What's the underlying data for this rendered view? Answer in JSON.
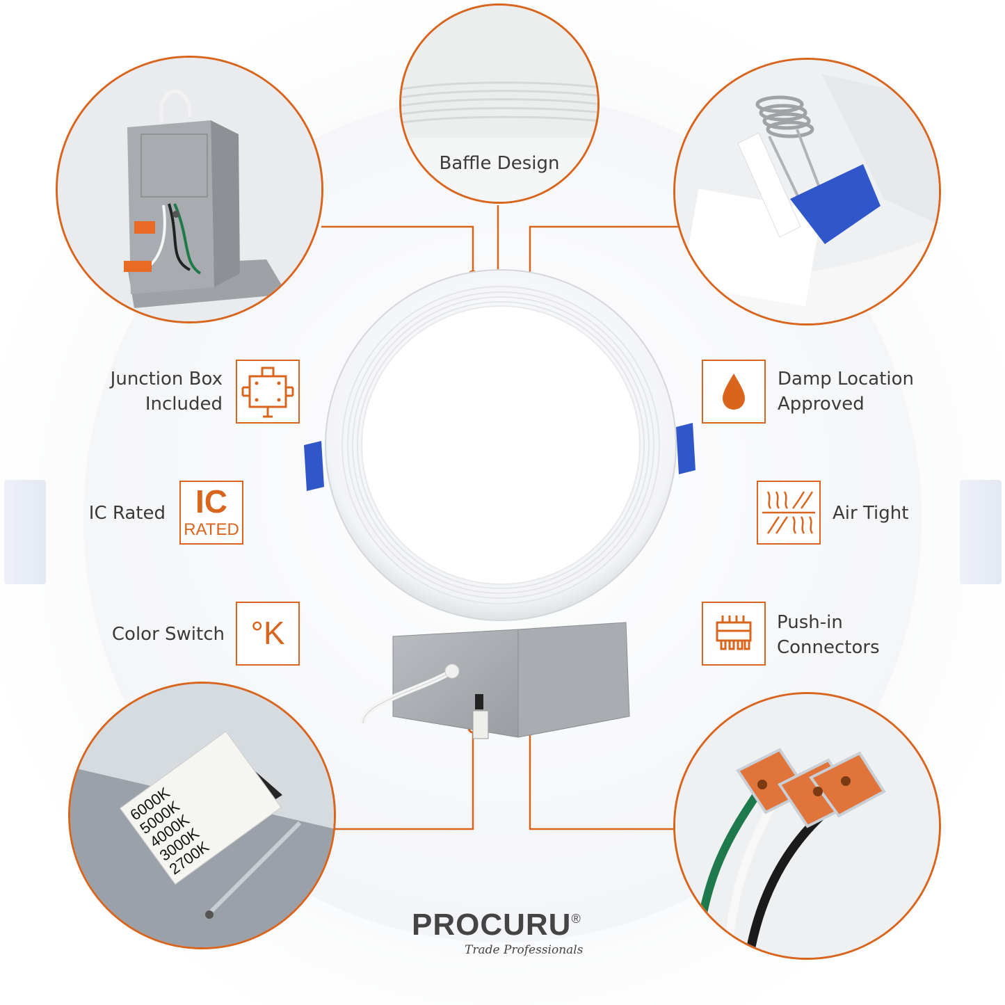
{
  "features": {
    "baffle": "Baffle Design",
    "junction_box_line1": "Junction Box",
    "junction_box_line2": "Included",
    "ic_rated": "IC Rated",
    "color_switch": "Color Switch",
    "damp_line1": "Damp Location",
    "damp_line2": "Approved",
    "air_tight": "Air Tight",
    "push_in_line1": "Push-in",
    "push_in_line2": "Connectors"
  },
  "icons": {
    "junction_box": "junction-box-icon",
    "ic_rated": "ic-rated-icon",
    "ic_top": "IC",
    "ic_bottom": "RATED",
    "color_switch": "kelvin-icon",
    "color_switch_text": "°K",
    "damp": "water-drop-icon",
    "air_tight": "airflow-icon",
    "push_in": "connector-icon"
  },
  "color_temps": [
    "6000K",
    "5000K",
    "4000K",
    "3000K",
    "2700K"
  ],
  "brand": {
    "name": "PROCURU",
    "mark": "®",
    "tagline": "Trade Professionals"
  },
  "colors": {
    "accent": "#d9641c",
    "text": "#3a3a3a",
    "clip_blue": "#2f57c9"
  }
}
